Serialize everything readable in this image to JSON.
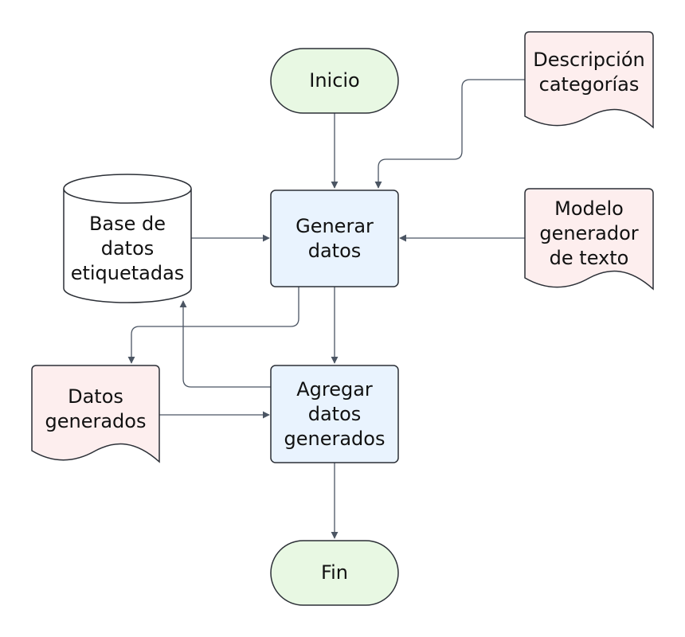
{
  "colors": {
    "terminal_fill": "#e8f8e3",
    "process_fill": "#e9f3fe",
    "document_fill": "#fdeeee",
    "cylinder_fill": "#ffffff",
    "stroke": "#2b2f36",
    "connector": "#4b5563"
  },
  "nodes": {
    "inicio": {
      "lines": [
        "Inicio"
      ]
    },
    "generar": {
      "lines": [
        "Generar",
        "datos"
      ]
    },
    "agregar": {
      "lines": [
        "Agregar",
        "datos",
        "generados"
      ]
    },
    "fin": {
      "lines": [
        "Fin"
      ]
    },
    "base_datos": {
      "lines": [
        "Base de",
        "datos",
        "etiquetadas"
      ]
    },
    "descripcion": {
      "lines": [
        "Descripción",
        "categorías"
      ]
    },
    "modelo": {
      "lines": [
        "Modelo",
        "generador",
        "de texto"
      ]
    },
    "datos_generados": {
      "lines": [
        "Datos",
        "generados"
      ]
    }
  }
}
